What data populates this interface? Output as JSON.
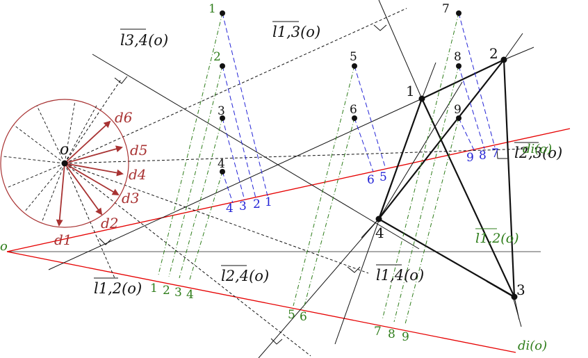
{
  "colors": {
    "black": "#111111",
    "red_line": "#e60000",
    "dark_red": "#a83232",
    "green": "#2e7d1a",
    "blue": "#2323d6"
  },
  "labels": {
    "o_center": "o",
    "o_left": "o",
    "d1": "d1",
    "d2": "d2",
    "d3": "d3",
    "d4": "d4",
    "d5": "d5",
    "d6": "d6",
    "l12": "l1,2(o)",
    "l13": "l1,3(o)",
    "l14": "l1,4(o)",
    "l23": "l2,3(o)",
    "l24": "l2,4(o)",
    "l34": "l3,4(o)",
    "l12_bar": "l1,2(o)",
    "di_top": "di(o)",
    "di_bottom": "di(o)",
    "v1": "1",
    "v2": "2",
    "v3": "3",
    "v4": "4"
  },
  "dot_labels": {
    "black": [
      "5",
      "6",
      "7",
      "8",
      "9"
    ],
    "green": [
      "1",
      "2"
    ],
    "black2": [
      "3",
      "4"
    ]
  },
  "proj_labels": {
    "blue_left": [
      "4",
      "3",
      "2",
      "1"
    ],
    "blue_mid": [
      "6",
      "5"
    ],
    "blue_right": [
      "9",
      "8",
      "7"
    ],
    "green_left": [
      "1",
      "2",
      "3",
      "4"
    ],
    "green_mid": [
      "5",
      "6"
    ],
    "green_right": [
      "7",
      "8",
      "9"
    ]
  }
}
